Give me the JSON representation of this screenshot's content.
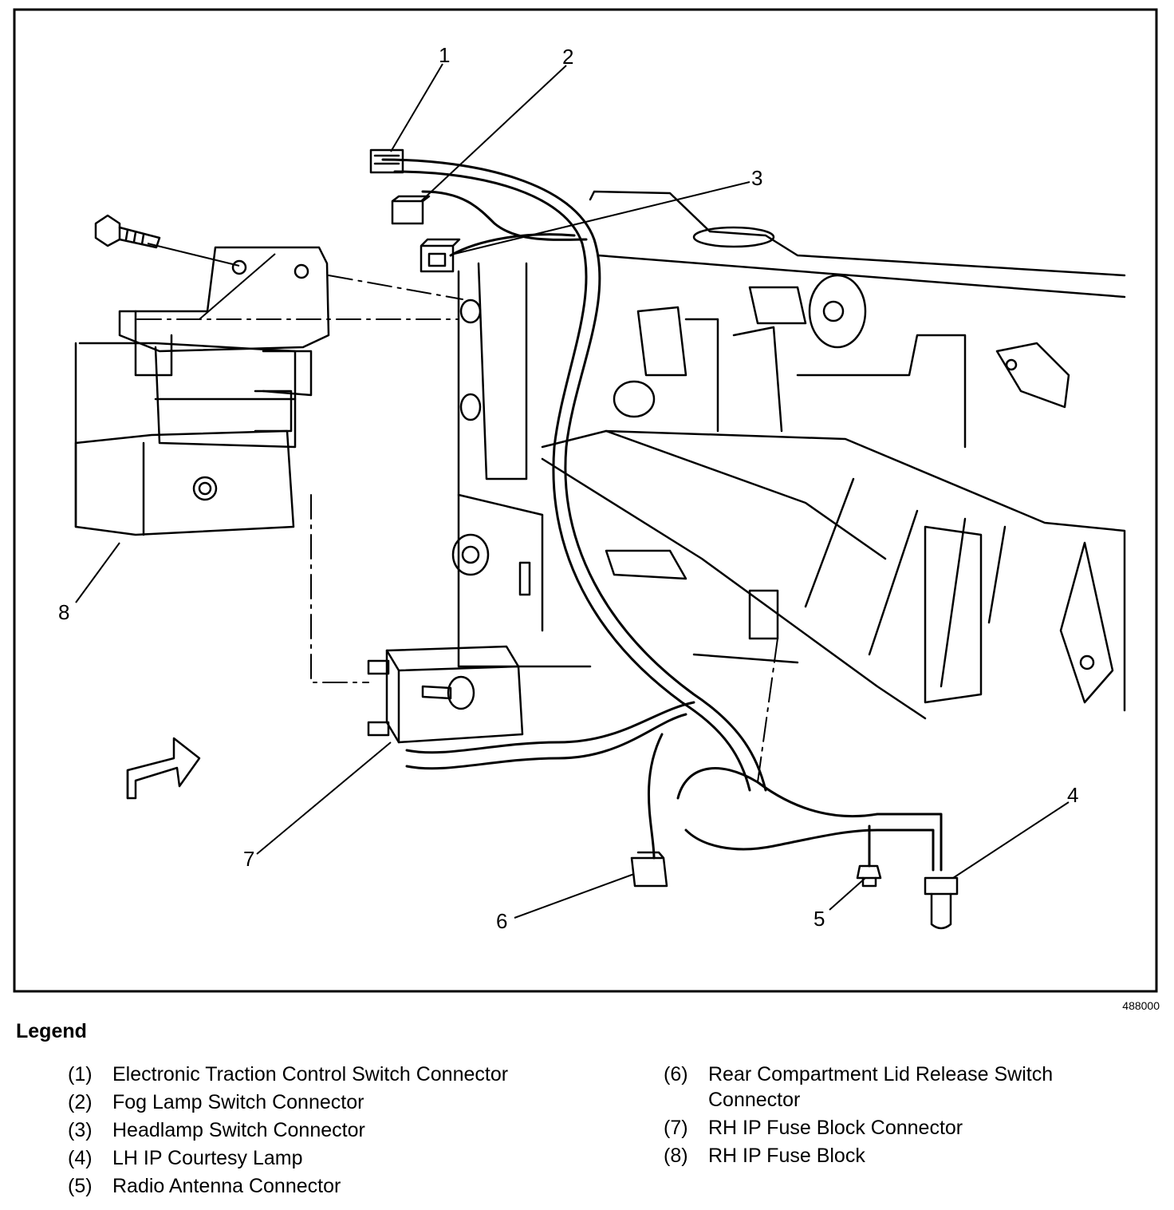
{
  "figure_id": "488000",
  "callouts": [
    "1",
    "2",
    "3",
    "4",
    "5",
    "6",
    "7",
    "8"
  ],
  "legend": {
    "title": "Legend",
    "items": [
      {
        "num": "(1)",
        "text": "Electronic Traction Control Switch Connector"
      },
      {
        "num": "(2)",
        "text": "Fog Lamp Switch Connector"
      },
      {
        "num": "(3)",
        "text": "Headlamp Switch Connector"
      },
      {
        "num": "(4)",
        "text": "LH IP Courtesy Lamp"
      },
      {
        "num": "(5)",
        "text": "Radio Antenna Connector"
      },
      {
        "num": "(6)",
        "text": "Rear Compartment Lid Release Switch Connector"
      },
      {
        "num": "(7)",
        "text": "RH IP Fuse Block Connector"
      },
      {
        "num": "(8)",
        "text": "RH IP Fuse Block"
      }
    ]
  }
}
